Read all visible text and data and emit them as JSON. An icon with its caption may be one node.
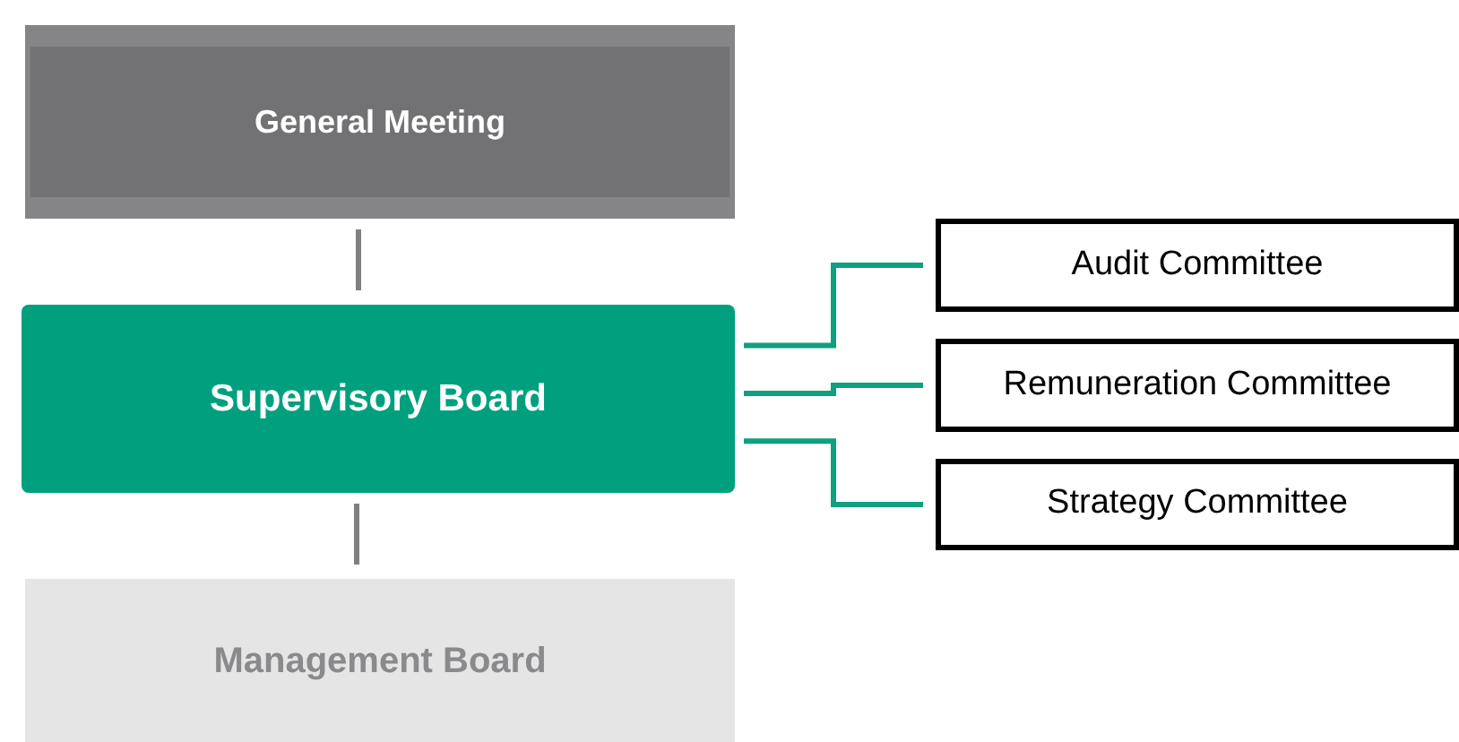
{
  "diagram": {
    "nodes": [
      {
        "text": [
          "General Meeting"
        ]
      },
      {
        "text": [
          "Supervisory Board"
        ]
      },
      {
        "text": [
          "Management Board"
        ]
      },
      {
        "text": [
          "Audit Committee"
        ]
      },
      {
        "text": [
          "Remuneration Committee"
        ]
      },
      {
        "text": [
          "Strategy Committee"
        ]
      }
    ],
    "edges": [
      {
        "from": 0,
        "to": 1,
        "arrow": "none",
        "color": "#808083"
      },
      {
        "from": 1,
        "to": 2,
        "arrow": "none",
        "color": "#808083"
      },
      {
        "from": 1,
        "to": 3,
        "arrow": "none"
      },
      {
        "from": 1,
        "to": 4,
        "arrow": "none"
      },
      {
        "from": 1,
        "to": 5,
        "arrow": "none"
      }
    ]
  }
}
